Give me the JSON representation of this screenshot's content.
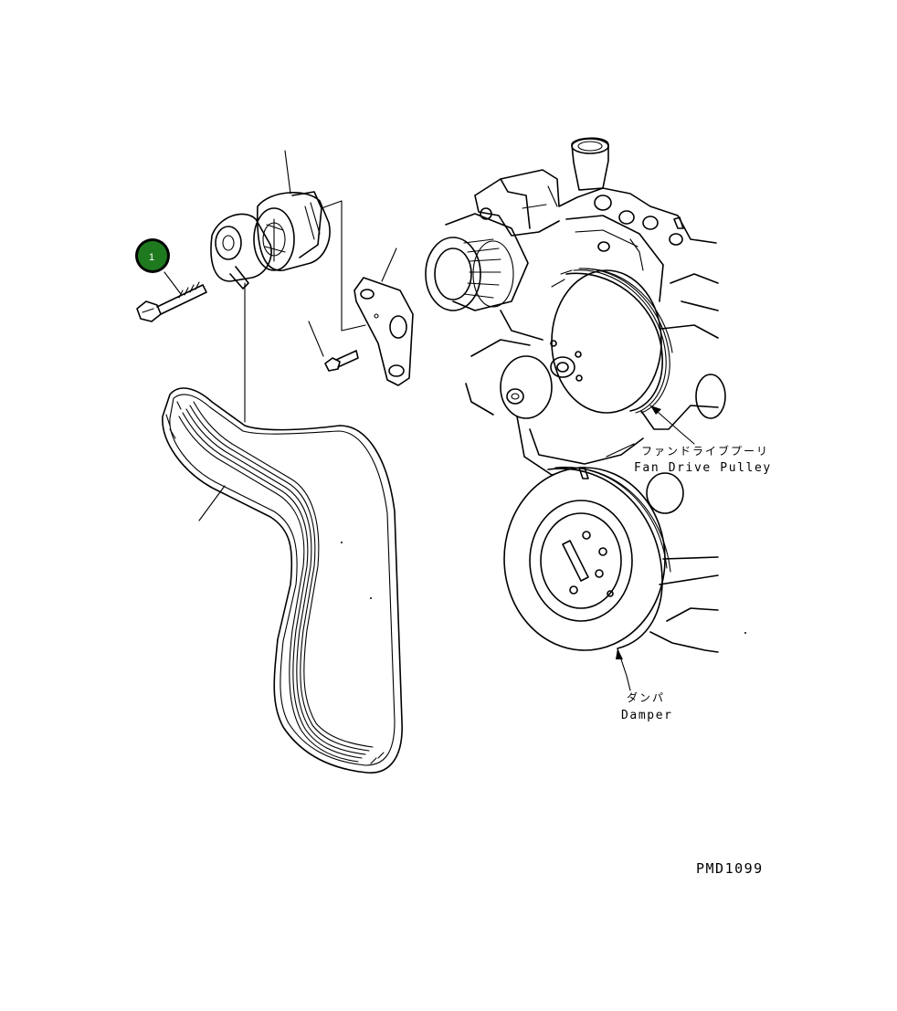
{
  "callouts": [
    {
      "number": "1",
      "color": "#1f7a1f"
    }
  ],
  "labels": {
    "fan_drive_pulley_jp": "ファンドライブプーリ",
    "fan_drive_pulley_en": "Fan Drive Pulley",
    "damper_jp": "ダンパ",
    "damper_en": "Damper"
  },
  "figure_code": "PMD1099"
}
